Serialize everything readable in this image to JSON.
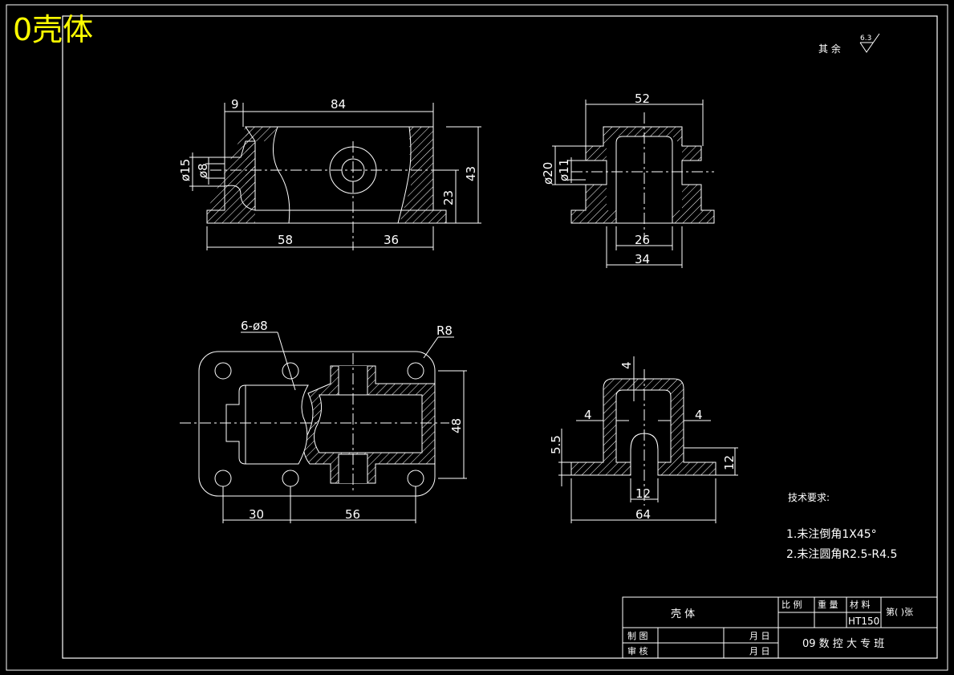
{
  "heading": "0壳体",
  "roughness": {
    "label": "其 余",
    "value": "6.3"
  },
  "views": {
    "front": {
      "dims": [
        "9",
        "84",
        "ø15",
        "ø8",
        "23",
        "43",
        "58",
        "36"
      ]
    },
    "side": {
      "dims": [
        "52",
        "ø20",
        "ø11",
        "26",
        "34"
      ]
    },
    "top": {
      "dims": [
        "6-ø8",
        "R8",
        "48",
        "30",
        "56"
      ]
    },
    "section": {
      "dims": [
        "4",
        "4",
        "4",
        "5.5",
        "12",
        "12",
        "64"
      ]
    }
  },
  "tech_requirements": {
    "title": "技术要求:",
    "items": [
      "1.未注倒角1X45°",
      "2.未注圆角R2.5-R4.5"
    ]
  },
  "title_block": {
    "part_name": "壳 体",
    "scale_label": "比 例",
    "weight_label": "重 量",
    "material_label": "材 料",
    "material": "HT150",
    "sheet": "第( )张",
    "drawn_label": "制 图",
    "checked_label": "审 核",
    "date_label": "月 日",
    "school": "09 数 控 大 专 班"
  }
}
